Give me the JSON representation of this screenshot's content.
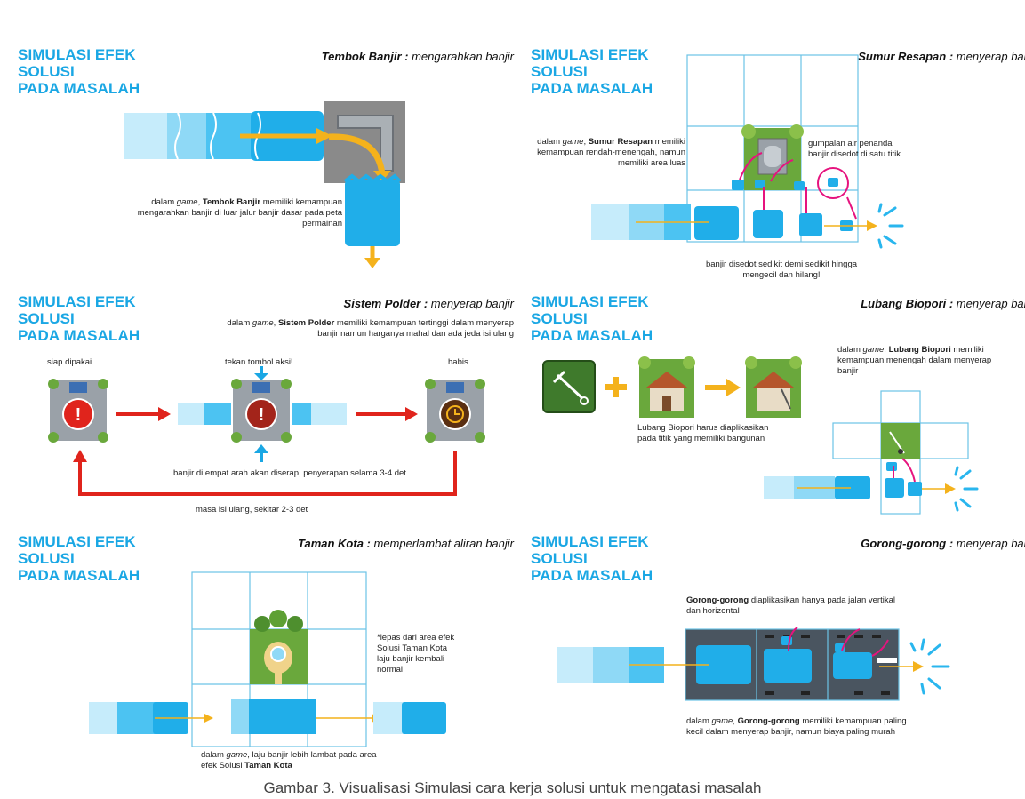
{
  "panel_heading": "SIMULASI EFEK SOLUSI\nPADA MASALAH",
  "panels": {
    "tembok": {
      "sol_name": "Tembok Banjir :",
      "sol_effect": " mengarahkan banjir",
      "desc_pre": "dalam ",
      "desc_game": "game",
      "desc_mid": ", ",
      "desc_bold": "Tembok Banjir",
      "desc_rest": " memiliki kemampuan mengarahkan banjir di luar jalur banjir dasar pada peta permainan"
    },
    "sumur": {
      "sol_name": "Sumur Resapan :",
      "sol_effect": " menyerap banjir",
      "desc_pre": "dalam ",
      "desc_game": "game",
      "desc_mid": ",",
      "desc_bold": "Sumur Resapan",
      "desc_rest": " memiliki kemampuan rendah-menengah, namun memiliki area luas",
      "note": "gumpalan air penanda banjir disedot di satu titik",
      "bottom": "banjir disedot sedikit demi sedikit hingga mengecil dan hilang!"
    },
    "polder": {
      "sol_name": "Sistem Polder :",
      "sol_effect": " menyerap banjir",
      "desc_pre": "dalam ",
      "desc_game": "game",
      "desc_mid": ", ",
      "desc_bold": "Sistem Polder",
      "desc_rest": " memiliki kemampuan tertinggi dalam menyerap banjir namun harganya mahal dan ada jeda isi ulang",
      "state1": "siap dipakai",
      "state2": "tekan tombol aksi!",
      "state3": "habis",
      "absorb": "banjir di empat arah akan diserap, penyerapan selama 3-4 det",
      "reload": "masa isi ulang, sekitar 2-3 det"
    },
    "biopori": {
      "sol_name": "Lubang Biopori :",
      "sol_effect": " menyerap banjir",
      "desc_pre": "dalam ",
      "desc_game": "game",
      "desc_mid": ", ",
      "desc_bold": "Lubang Biopori",
      "desc_rest": " memiliki kemampuan menengah dalam menyerap banjir",
      "note": "Lubang Biopori harus diaplikasikan pada titik yang memiliki bangunan"
    },
    "taman": {
      "sol_name": "Taman Kota :",
      "sol_effect": " memperlambat aliran banjir",
      "note": "*lepas dari area efek Solusi Taman Kota laju banjir kembali normal",
      "desc_pre": "dalam ",
      "desc_game": "game",
      "desc_mid": ", laju banjir lebih lambat pada area efek Solusi ",
      "desc_bold": "Taman Kota",
      "desc_rest": ""
    },
    "gorong": {
      "sol_name": "Gorong-gorong :",
      "sol_effect": " menyerap banjir",
      "top_bold": "Gorong-gorong",
      "top_rest": " diaplikasikan hanya pada jalan vertikal dan horizontal",
      "desc_pre": "dalam ",
      "desc_game": "game",
      "desc_mid": ", ",
      "desc_bold": "Gorong-gorong",
      "desc_rest": " memiliki kemampuan paling kecil dalam menyerap banjir, namun biaya paling murah"
    }
  },
  "caption": "Gambar 3. Visualisasi Simulasi cara kerja solusi untuk mengatasi masalah",
  "colors": {
    "heading": "#1aa7e4",
    "water": "#29b6ee",
    "arrow_yellow": "#f4b21c",
    "arrow_red": "#e0241c",
    "pink": "#e6137e",
    "grid": "#6cc3e6"
  }
}
